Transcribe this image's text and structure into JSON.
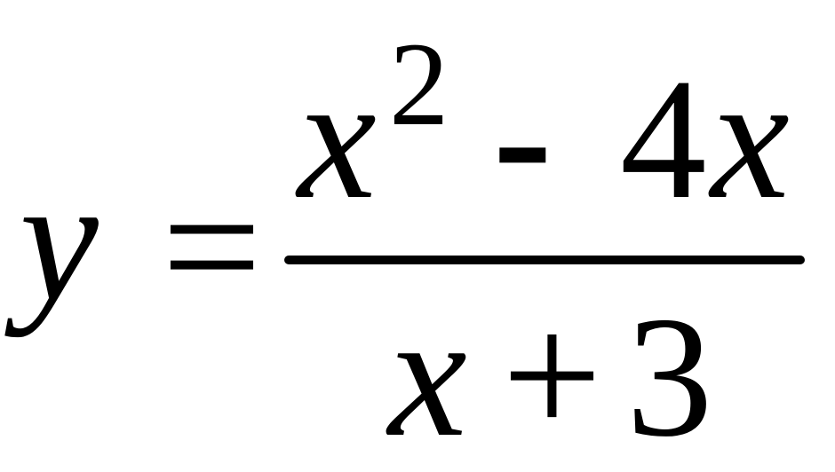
{
  "formula": {
    "lhs": "y",
    "equals": "=",
    "numerator": {
      "var": "x",
      "exponent": "2",
      "minus": "-",
      "coef": "4",
      "var2": "x"
    },
    "denominator": {
      "var": "x",
      "plus": "+",
      "const": "3"
    }
  }
}
